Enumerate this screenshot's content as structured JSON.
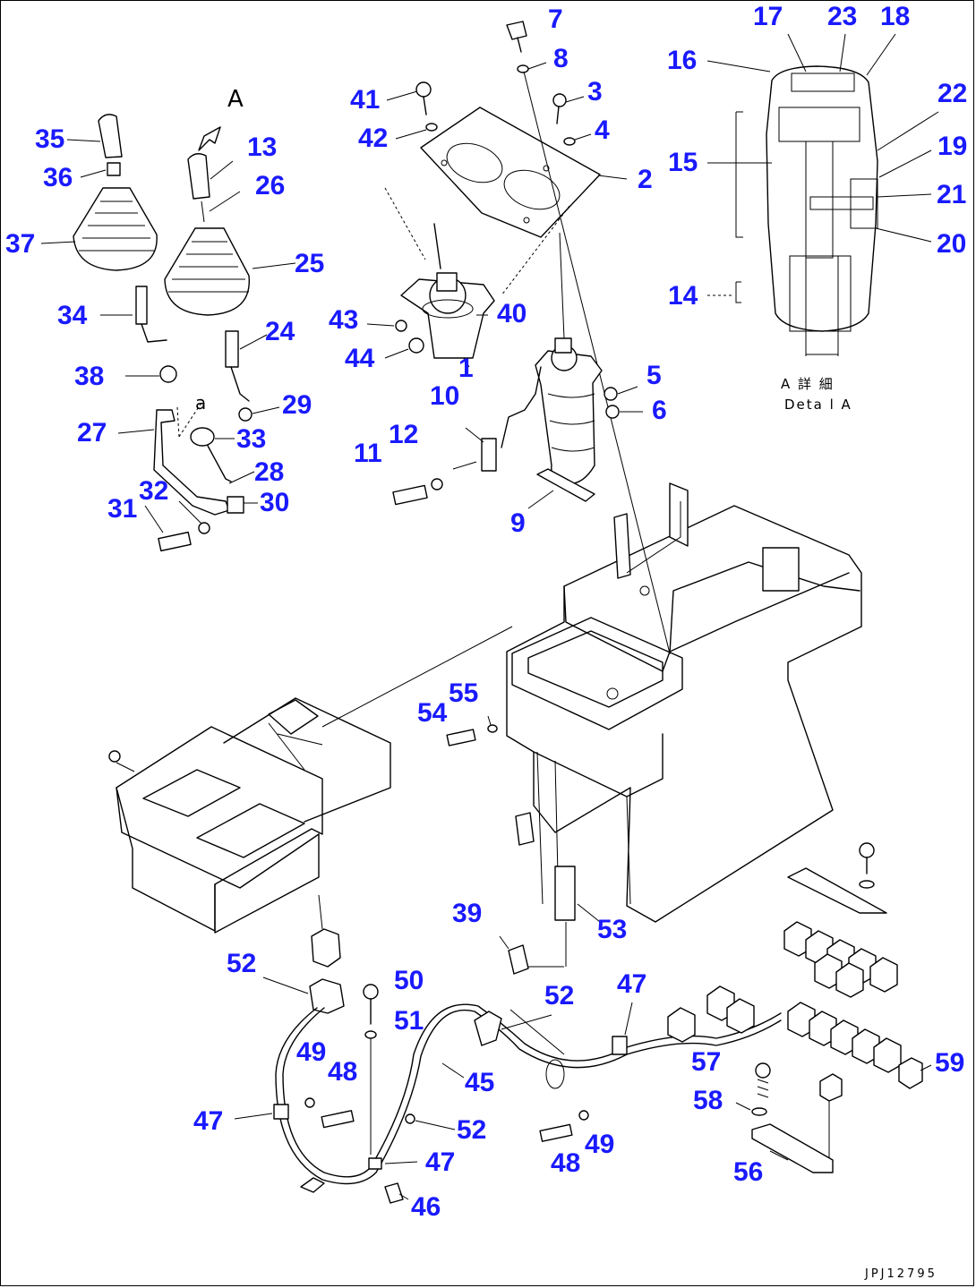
{
  "callouts": [
    "1",
    "2",
    "3",
    "4",
    "5",
    "6",
    "7",
    "8",
    "9",
    "10",
    "11",
    "12",
    "13",
    "14",
    "15",
    "16",
    "17",
    "18",
    "19",
    "20",
    "21",
    "22",
    "23",
    "24",
    "25",
    "26",
    "27",
    "28",
    "29",
    "30",
    "31",
    "32",
    "33",
    "34",
    "35",
    "36",
    "37",
    "38",
    "39",
    "40",
    "41",
    "42",
    "43",
    "44",
    "45",
    "46",
    "47",
    "48",
    "49",
    "50",
    "51",
    "52",
    "53",
    "54",
    "55",
    "56",
    "57",
    "58",
    "59"
  ],
  "labels": {
    "view_a": "A",
    "view_a_arrow": "a",
    "detail_jp": "A 詳 細",
    "detail_en": "Deta l A",
    "drawing_number": "JPJ12795"
  },
  "colors": {
    "callout": "#1a1aff",
    "ink": "#000000"
  }
}
